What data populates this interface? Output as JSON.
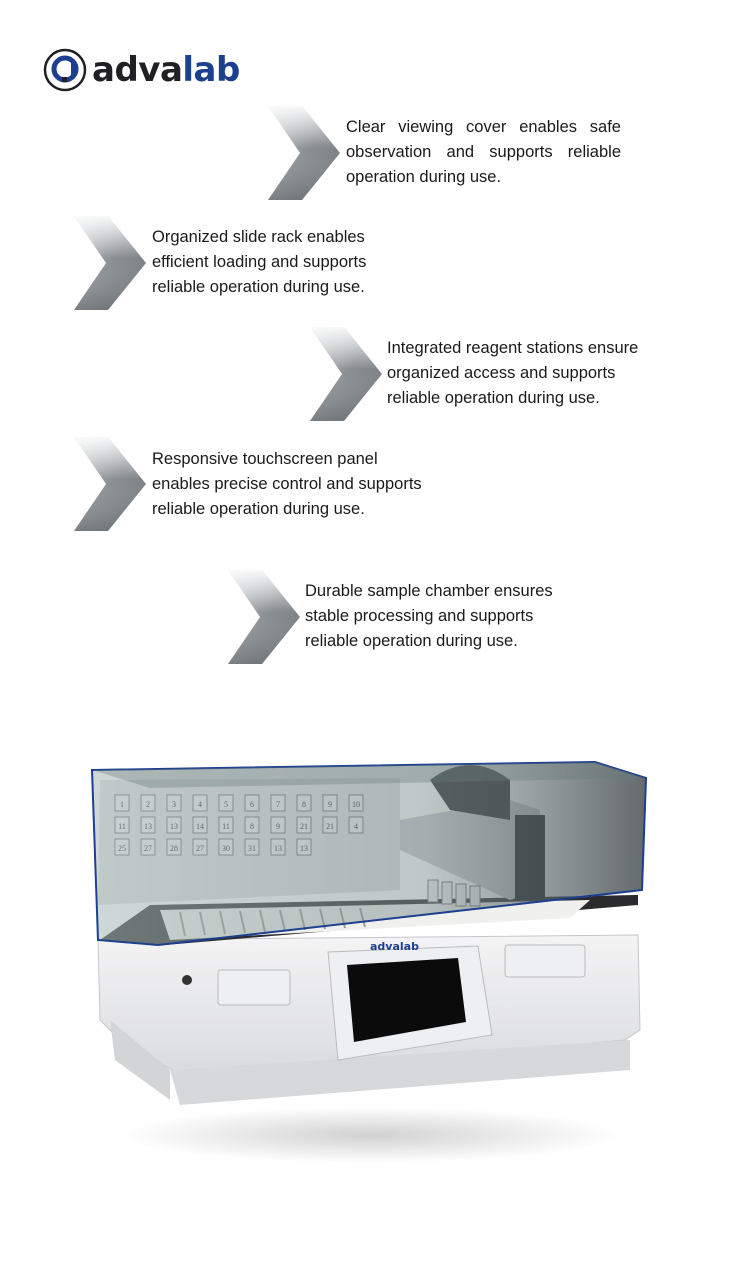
{
  "brand": {
    "part1": "adva",
    "part2": "lab",
    "color_dark": "#1f1f24",
    "color_blue": "#1d3f8f"
  },
  "features": [
    {
      "text": "Clear viewing cover enables safe observation and supports reliable operation during use."
    },
    {
      "text": "Organized slide rack enables\nefficient loading and supports\nreliable operation during use."
    },
    {
      "text": "Integrated reagent stations ensure\norganized access and supports\nreliable operation during use."
    },
    {
      "text": "Responsive touchscreen panel\nenables precise control and supports\nreliable operation during use."
    },
    {
      "text": "Durable sample chamber ensures\nstable processing and supports\nreliable operation during use."
    }
  ],
  "machine": {
    "brand": "advalab",
    "slot_numbers": [
      "1",
      "2",
      "3",
      "4",
      "5",
      "6",
      "7",
      "8",
      "9",
      "10",
      "11",
      "13",
      "13",
      "14",
      "11",
      "8",
      "9",
      "21",
      "21",
      "4",
      "25",
      "27",
      "28",
      "27",
      "30",
      "31",
      "13",
      "13"
    ]
  },
  "colors": {
    "chevron": "#8a8f94",
    "cover": "#1d3f8f",
    "body": "#e6e7e8"
  }
}
